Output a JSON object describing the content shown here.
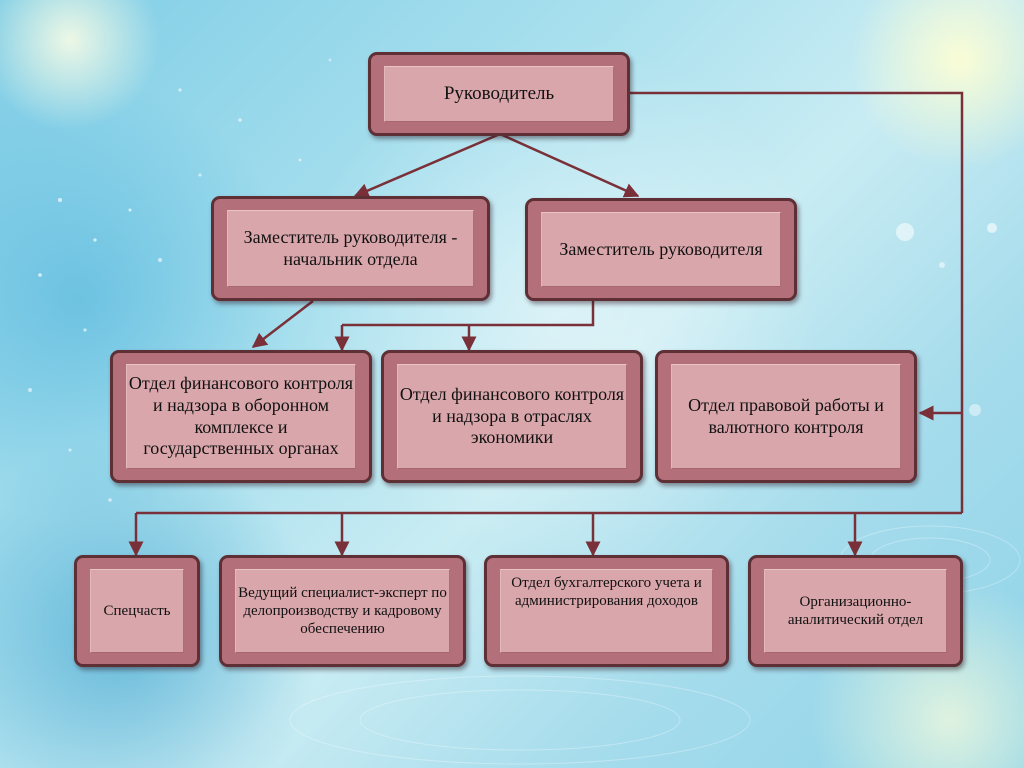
{
  "diagram": {
    "nodes": {
      "head": "Руководитель",
      "deputy_head_of_department": "Заместитель руководителя - начальник отдела",
      "deputy": "Заместитель руководителя",
      "dept_defense": "Отдел финансового контроля и надзора в оборонном комплексе и государственных органах",
      "dept_economy": "Отдел финансового контроля и надзора в отраслях экономики",
      "dept_legal": "Отдел правовой работы и валютного контроля",
      "special_unit": "Спецчасть",
      "lead_specialist": "Ведущий специалист-эксперт по делопроизводству и кадровому обеспечению",
      "dept_accounting": "Отдел бухгалтерского учета и администрирования доходов",
      "dept_org_analytics": "Организационно-аналитический отдел"
    },
    "connections": [
      {
        "from": "head",
        "to": "deputy_head_of_department"
      },
      {
        "from": "head",
        "to": "deputy"
      },
      {
        "from": "head",
        "to": "dept_legal"
      },
      {
        "from": "head",
        "to": "special_unit"
      },
      {
        "from": "head",
        "to": "lead_specialist"
      },
      {
        "from": "head",
        "to": "dept_accounting"
      },
      {
        "from": "head",
        "to": "dept_org_analytics"
      },
      {
        "from": "deputy_head_of_department",
        "to": "dept_defense"
      },
      {
        "from": "deputy",
        "to": "dept_defense"
      },
      {
        "from": "deputy",
        "to": "dept_economy"
      }
    ],
    "colors": {
      "box_face": "#d9a6ab",
      "box_bevel": "#b4707a",
      "box_border": "#5e2f35",
      "connector": "#7a3038"
    }
  }
}
